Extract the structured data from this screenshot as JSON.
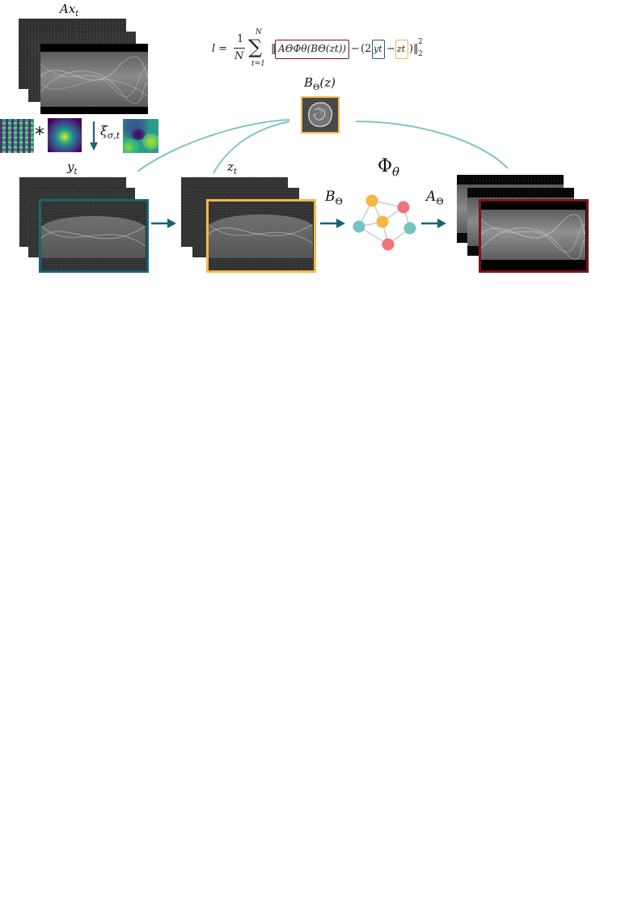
{
  "labels": {
    "ax_t": "Ax",
    "ax_t_sub": "t",
    "y_t": "y",
    "y_t_sub": "t",
    "z_t": "z",
    "z_t_sub": "t",
    "b_theta_z": "B",
    "b_theta_sub": "Θ",
    "b_theta_arg": "(z)",
    "b_theta_op": "B",
    "b_theta_op_sub": "Θ",
    "a_theta_op": "A",
    "a_theta_op_sub": "Θ",
    "phi_theta": "Φ",
    "phi_theta_sub": "θ",
    "xi": "ξ",
    "xi_sub": "σ,t",
    "convolve": "*"
  },
  "formula": {
    "lhs": "l =",
    "frac_num": "1",
    "frac_den": "N",
    "sum_top": "N",
    "sum_bottom": "t=1",
    "sum_symbol": "∑",
    "norm_open": "‖",
    "term_pred": "AΘΦθ(BΘ(zt))",
    "minus1": "−",
    "paren_open": "(2",
    "term_y": "yt",
    "minus2": "−",
    "term_z": "zt",
    "paren_close": ")",
    "norm_close": "‖",
    "power": "2",
    "sub2": "2"
  },
  "colors": {
    "teal": "#1a6275",
    "yellow": "#f2b84b",
    "darkred": "#7a1418",
    "connector": "#7fc6c8",
    "node_yellow": "#f4b740",
    "node_pink": "#ef7378",
    "node_teal": "#73c6c4",
    "edge": "#c9cdd6"
  }
}
